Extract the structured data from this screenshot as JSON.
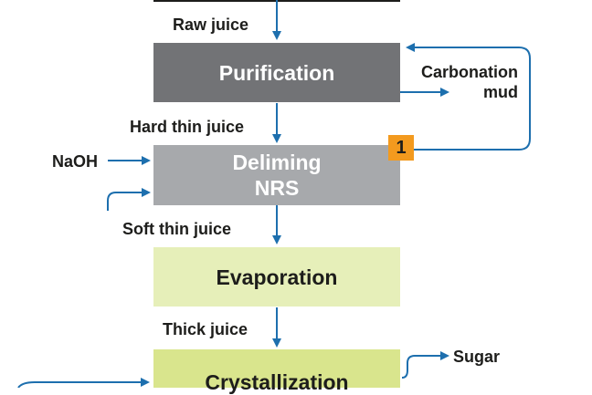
{
  "colors": {
    "arrow": "#1d6fae",
    "purification_box": "#727376",
    "deliming_box": "#a7a9ac",
    "evaporation_box": "#e6efb9",
    "crystallization_box": "#d9e58d",
    "badge": "#f39a1e",
    "label_text": "#1d1d1b"
  },
  "stages": {
    "purification": {
      "title": "Purification"
    },
    "deliming": {
      "line1": "Deliming",
      "line2": "NRS"
    },
    "evaporation": {
      "title": "Evaporation"
    },
    "crystallization": {
      "title": "Crystallization"
    }
  },
  "streams": {
    "raw_juice": "Raw juice",
    "hard_thin_juice": "Hard thin juice",
    "soft_thin_juice": "Soft thin juice",
    "thick_juice": "Thick juice",
    "naoh": "NaOH",
    "carbonation_mud_line1": "Carbonation",
    "carbonation_mud_line2": "mud",
    "sugar": "Sugar"
  },
  "badge": {
    "number": "1"
  }
}
